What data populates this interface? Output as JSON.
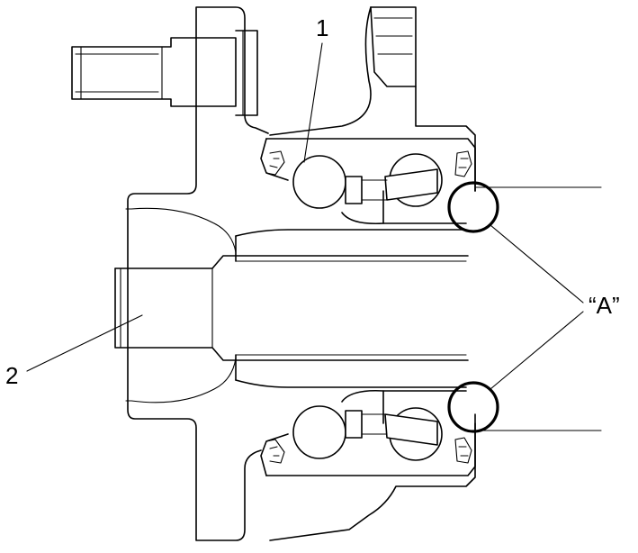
{
  "labels": {
    "part1": "1",
    "part2": "2",
    "detail": "“A”"
  },
  "colors": {
    "line": "#000000",
    "background": "#ffffff"
  }
}
